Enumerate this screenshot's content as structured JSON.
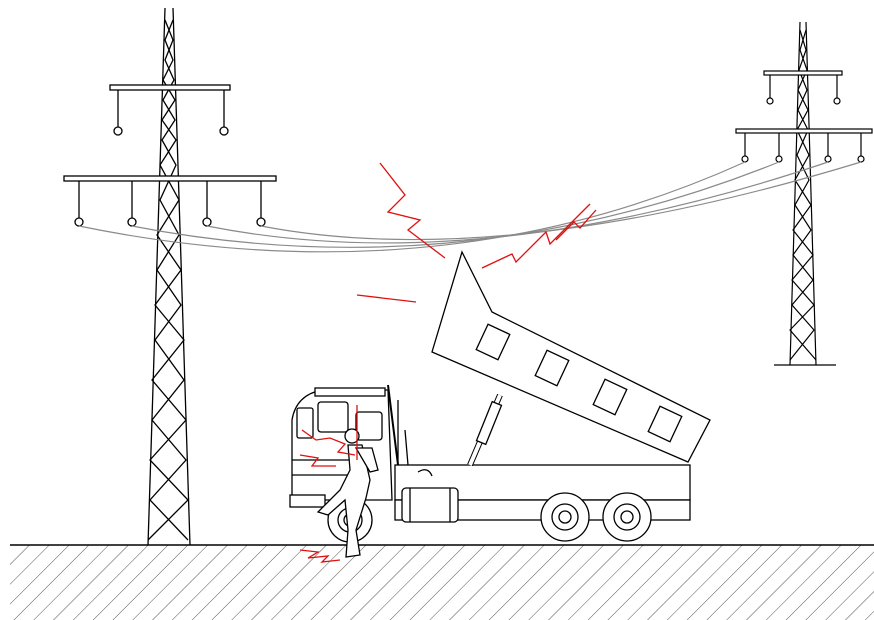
{
  "colors": {
    "line": "#000000",
    "wire": "#8a8a8a",
    "spark": "#e01010",
    "ground_hatch": "#555555",
    "background": "#ffffff"
  },
  "elements": [
    "left-pylon",
    "right-pylon",
    "power-lines",
    "dump-truck",
    "raised-dump-bed",
    "person-touching-truck",
    "electric-arc-sparks",
    "ground"
  ]
}
